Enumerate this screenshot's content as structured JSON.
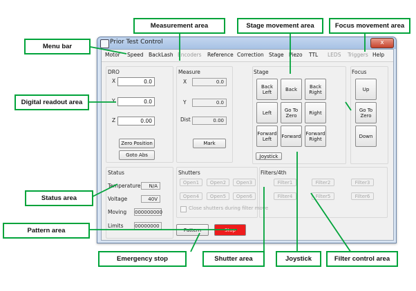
{
  "window": {
    "title": "Prior Test Control",
    "close_glyph": "x"
  },
  "menu": [
    "Motor",
    "Speed",
    "BackLash",
    "Encoders",
    "Reference",
    "Correction",
    "Stage",
    "Piezo",
    "TTL",
    "LEDS",
    "Triggers",
    "Help"
  ],
  "dro": {
    "title": "DRO",
    "x_label": "X",
    "x_value": "0.0",
    "y_label": "Y",
    "y_value": "0.0",
    "z_label": "Z",
    "z_value": "0.00",
    "zero_position": "Zero Position",
    "goto_abs": "Goto Abs"
  },
  "measure": {
    "title": "Measure",
    "x_label": "X",
    "x_value": "0.0",
    "y_label": "Y",
    "y_value": "0.0",
    "dist_label": "Dist",
    "dist_value": "0.00",
    "mark": "Mark"
  },
  "stage": {
    "title": "Stage",
    "back_left": "Back\nLeft",
    "back": "Back",
    "back_right": "Back\nRight",
    "left": "Left",
    "go_to_zero": "Go To\nZero",
    "right": "Right",
    "forward_left": "Forward\nLeft",
    "forward": "Forward",
    "forward_right": "Forward\nRight",
    "joystick": "Joystick"
  },
  "focus": {
    "title": "Focus",
    "up": "Up",
    "go_to_zero": "Go To\nZero",
    "down": "Down"
  },
  "status": {
    "title": "Status",
    "temperature_label": "Temperature",
    "temperature_value": "N/A",
    "voltage_label": "Voltage",
    "voltage_value": "40V",
    "moving_label": "Moving",
    "moving_value": "000000000",
    "limits_label": "Limits",
    "limits_value": "00000000"
  },
  "shutters": {
    "title": "Shutters",
    "open1": "Open1",
    "open2": "Open2",
    "open3": "Open3",
    "open4": "Open4",
    "open5": "Open5",
    "open6": "Open6",
    "close_during_filter": "Close shutters during filter move"
  },
  "filters": {
    "title": "Filters/4th",
    "filter1": "Filter1",
    "filter2": "Filter2",
    "filter3": "Filter3",
    "filter4": "Filter4",
    "filter5": "Filter5",
    "filter6": "Filter6"
  },
  "pattern": "Pattern",
  "stop": "Stop",
  "callouts": {
    "menu_bar": "Menu bar",
    "measurement_area": "Measurement area",
    "stage_movement_area": "Stage movement area",
    "focus_movement_area": "Focus movement area",
    "digital_readout_area": "Digital readout area",
    "status_area": "Status area",
    "pattern_area": "Pattern area",
    "emergency_stop": "Emergency stop",
    "shutter_area": "Shutter area",
    "joystick": "Joystick",
    "filter_control_area": "Filter control area"
  },
  "colors": {
    "callout_border": "#00a33a",
    "stop_button": "#ee1c1c",
    "title_bar": "#b6cbe8"
  }
}
